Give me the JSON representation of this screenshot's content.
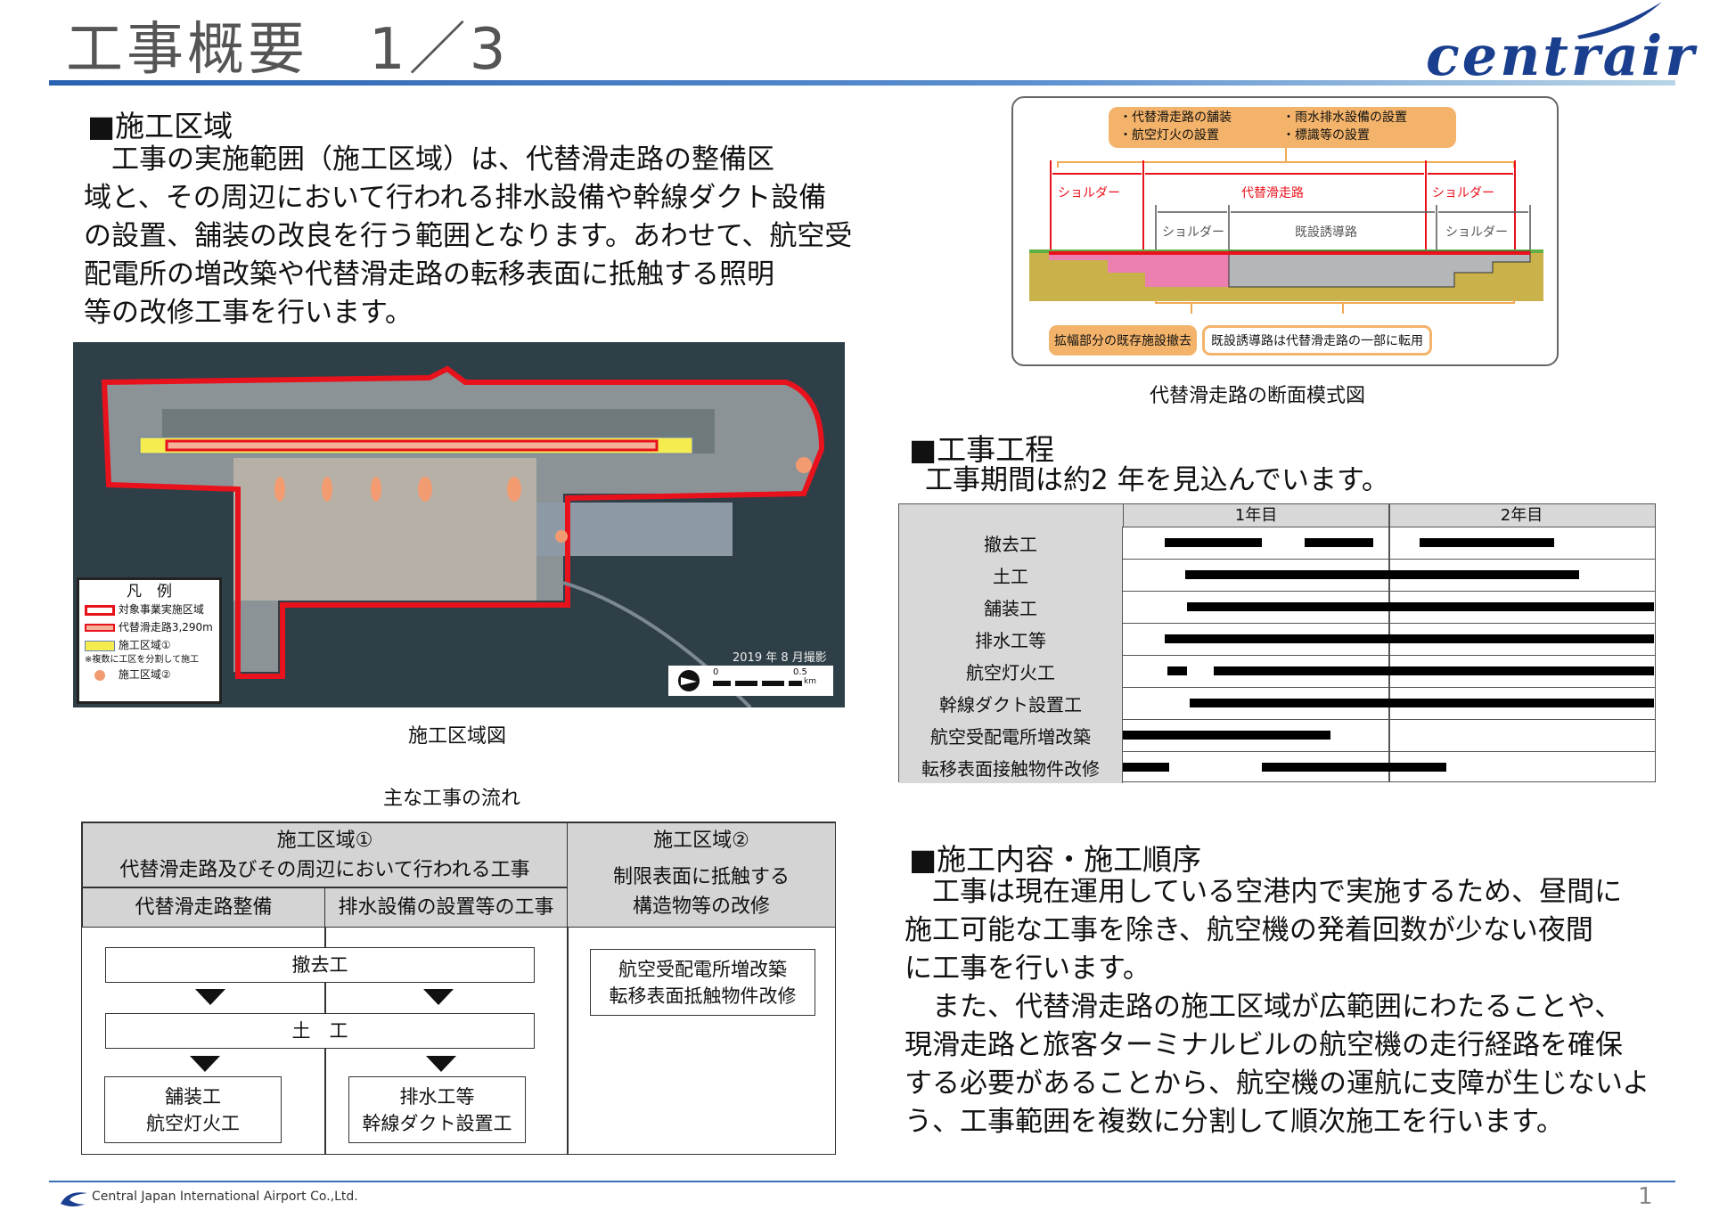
{
  "header": {
    "title": "工事概要　1／3",
    "logo": "centrair"
  },
  "section1": {
    "heading": "■施工区域",
    "paragraph": "　工事の実施範囲（施工区域）は、代替滑走路の整備区\n域と、その周辺において行われる排水設備や幹線ダクト設備\nの設置、舗装の改良を行う範囲となります。あわせて、航空受\n配電所の増改築や代替滑走路の転移表面に抵触する照明\n等の改修工事を行います。"
  },
  "map": {
    "caption": "施工区域図",
    "photo_date": "2019 年 8 月撮影",
    "scale_0": "0",
    "scale_max": "0.5",
    "scale_unit": "km",
    "legend": {
      "title": "凡　例",
      "items": [
        "対象事業実施区域",
        "代替滑走路3,290m",
        "施工区域①",
        "※複数に工区を分割して施工",
        "施工区域②"
      ]
    }
  },
  "flow": {
    "title": "主な工事の流れ",
    "zone1_title": "施工区域①",
    "zone1_sub": "代替滑走路及びその周辺において行われる工事",
    "col1": "代替滑走路整備",
    "col2": "排水設備の設置等の工事",
    "zone2_title": "施工区域②",
    "zone2_sub1": "制限表面に抵触する",
    "zone2_sub2": "構造物等の改修",
    "removal": "撤去工",
    "earthwork": "土　工",
    "paving": "舗装工",
    "lighting": "航空灯火工",
    "drainage": "排水工等",
    "duct": "幹線ダクト設置工",
    "substation": "航空受配電所増改築",
    "transition": "転移表面抵触物件改修"
  },
  "diagram": {
    "caption": "代替滑走路の断面模式図",
    "top_items": [
      "・代替滑走路の舗装",
      "・航空灯火の設置",
      "・雨水排水設備の設置",
      "・標識等の設置"
    ],
    "shoulder": "ショルダー",
    "runway": "代替滑走路",
    "existing_taxiway": "既設誘導路",
    "bottom_left": "拡幅部分の既存施設撤去",
    "bottom_right": "既設誘導路は代替滑走路の一部に転用"
  },
  "schedule": {
    "heading": "■工事工程",
    "subtitle": "工事期間は約2 年を見込んでいます。",
    "years": [
      "1年目",
      "2年目"
    ],
    "rows": [
      {
        "label": "撤去工",
        "bars_months": [
          [
            1.9,
            6.3
          ],
          [
            8.2,
            11.3
          ],
          [
            13.4,
            19.5
          ]
        ]
      },
      {
        "label": "土工",
        "bars_months": [
          [
            2.8,
            20.6
          ]
        ]
      },
      {
        "label": "舗装工",
        "bars_months": [
          [
            2.9,
            24
          ]
        ]
      },
      {
        "label": "排水工等",
        "bars_months": [
          [
            1.9,
            24
          ]
        ]
      },
      {
        "label": "航空灯火工",
        "bars_months": [
          [
            2.0,
            2.9
          ],
          [
            4.1,
            24
          ]
        ]
      },
      {
        "label": "幹線ダクト設置工",
        "bars_months": [
          [
            3.0,
            24
          ]
        ]
      },
      {
        "label": "航空受配電所増改築",
        "bars_months": [
          [
            0,
            9.4
          ]
        ]
      },
      {
        "label": "転移表面接触物件改修",
        "bars_months": [
          [
            0,
            2.1
          ],
          [
            6.3,
            14.6
          ]
        ]
      }
    ]
  },
  "section3": {
    "heading": "■施工内容・施工順序",
    "paragraph": "　工事は現在運用している空港内で実施するため、昼間に\n施工可能な工事を除き、航空機の発着回数が少ない夜間\nに工事を行います。\n　また、代替滑走路の施工区域が広範囲にわたることや、\n現滑走路と旅客ターミナルビルの航空機の走行経路を確保\nする必要があることから、航空機の運航に支障が生じないよ\nう、工事範囲を複数に分割して順次施工を行います。"
  },
  "footer": {
    "company": "Central Japan International Airport Co.,Ltd.",
    "page": "1"
  }
}
